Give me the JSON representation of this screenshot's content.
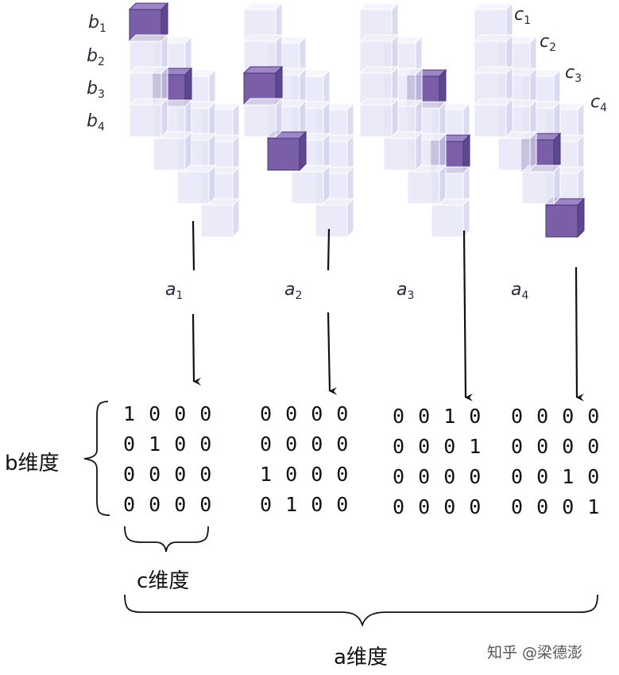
{
  "diagram": {
    "b_labels": [
      "b",
      "b",
      "b",
      "b"
    ],
    "b_subs": [
      "1",
      "2",
      "3",
      "4"
    ],
    "c_labels": [
      "c",
      "c",
      "c",
      "c"
    ],
    "c_subs": [
      "1",
      "2",
      "3",
      "4"
    ],
    "a_labels": [
      "a",
      "a",
      "a",
      "a"
    ],
    "a_subs": [
      "1",
      "2",
      "3",
      "4"
    ],
    "colors": {
      "cube_light": "#e3e3f6",
      "cube_dark": "#7a5fa8",
      "arrow": "#111111"
    },
    "matrices": [
      {
        "rows": [
          "1 0 0 0",
          "0 1 0 0",
          "0 0 0 0",
          "0 0 0 0"
        ]
      },
      {
        "rows": [
          "0 0 0 0",
          "0 0 0 0",
          "1 0 0 0",
          "0 1 0 0"
        ]
      },
      {
        "rows": [
          "0 0 1 0",
          "0 0 0 1",
          "0 0 0 0",
          "0 0 0 0"
        ]
      },
      {
        "rows": [
          "0 0 0 0",
          "0 0 0 0",
          "0 0 1 0",
          "0 0 0 1"
        ]
      }
    ],
    "b_dim_label": "b维度",
    "c_dim_label": "c维度",
    "a_dim_label": "a维度",
    "watermark": "知乎 @梁德澎"
  }
}
